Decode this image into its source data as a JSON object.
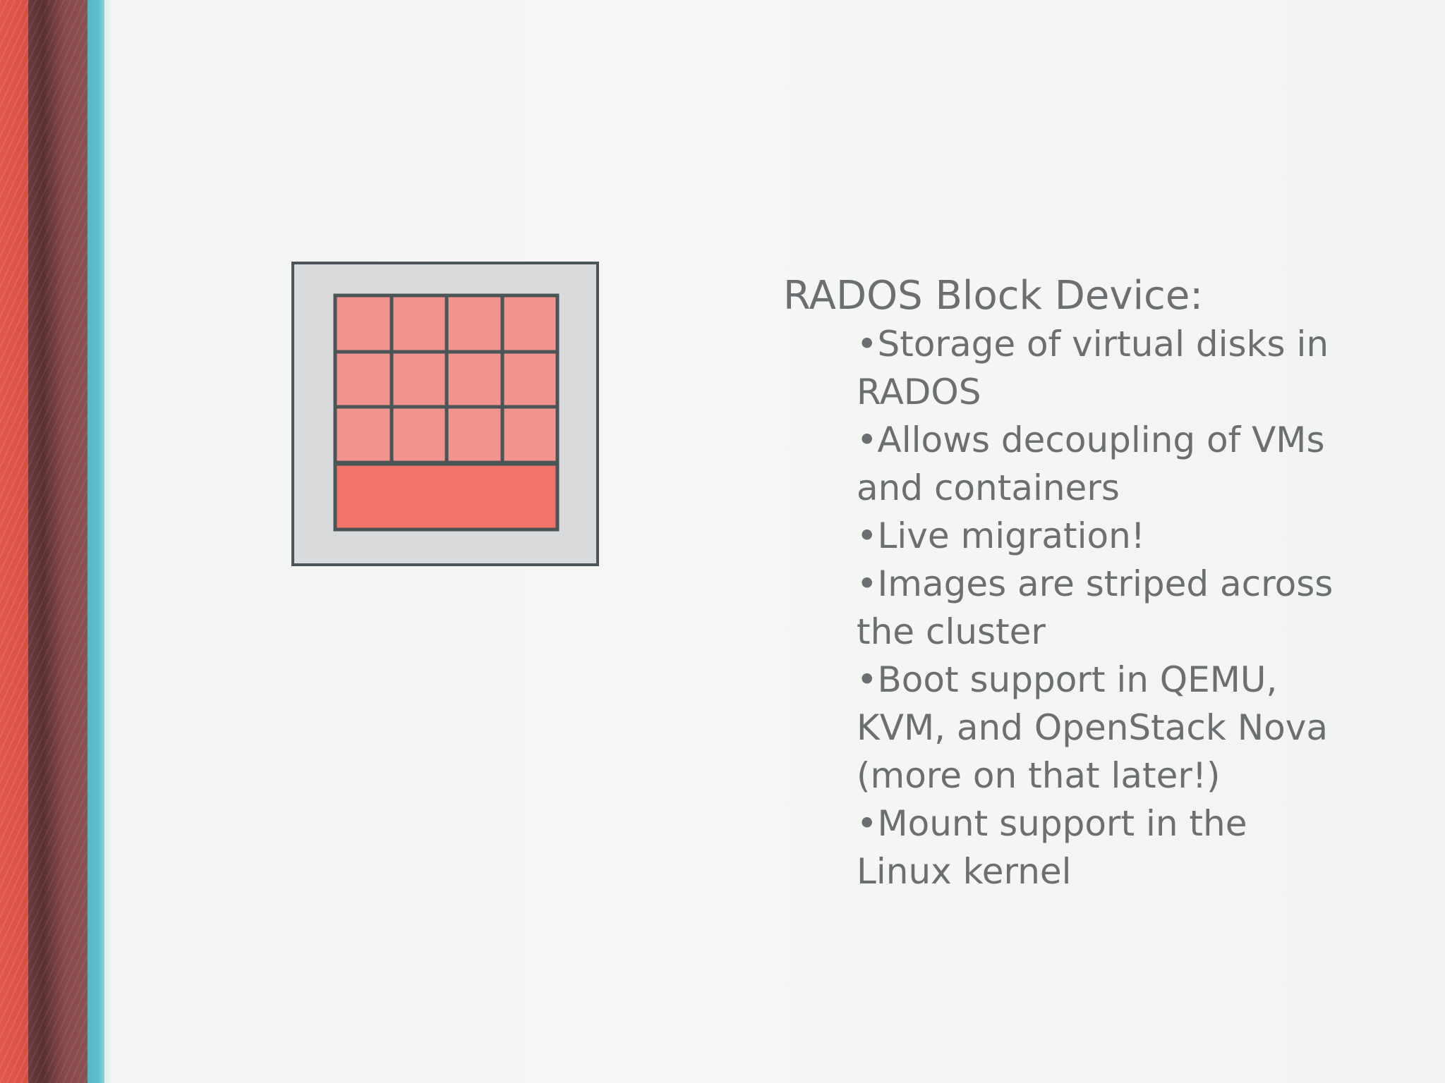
{
  "slide": {
    "heading": "RADOS Block Device:",
    "bullets": [
      "•Storage of virtual disks in RADOS",
      "•Allows decoupling of VMs and containers",
      "•Live migration!",
      "•Images are striped across the cluster",
      "•Boot support in QEMU, KVM, and OpenStack Nova (more on that later!)",
      "•Mount support in the Linux kernel"
    ]
  },
  "icons": {
    "device": "block-device-icon"
  },
  "colors": {
    "text": "#6b6f71",
    "band_red": "#d94f44",
    "band_dark": "#874a4b",
    "band_teal": "#5cc0cc",
    "icon_frame_fill": "#d9dadc",
    "icon_frame_stroke": "#4a5558",
    "icon_cell": "#f2948d",
    "icon_bar": "#f2736a"
  }
}
